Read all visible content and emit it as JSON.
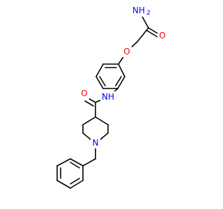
{
  "molecule": {
    "atom_labels": {
      "amide_nh2": "NH",
      "amide_nh2_sub": "2",
      "amide_oxygen": "O",
      "ether_oxygen": "O",
      "anilide_nh": "NH",
      "carbonyl_oxygen": "O",
      "piperidine_n": "N"
    },
    "colors": {
      "bond": "#000000",
      "nitrogen": "#0000ff",
      "oxygen": "#ff0000",
      "background": "#ffffff"
    }
  }
}
